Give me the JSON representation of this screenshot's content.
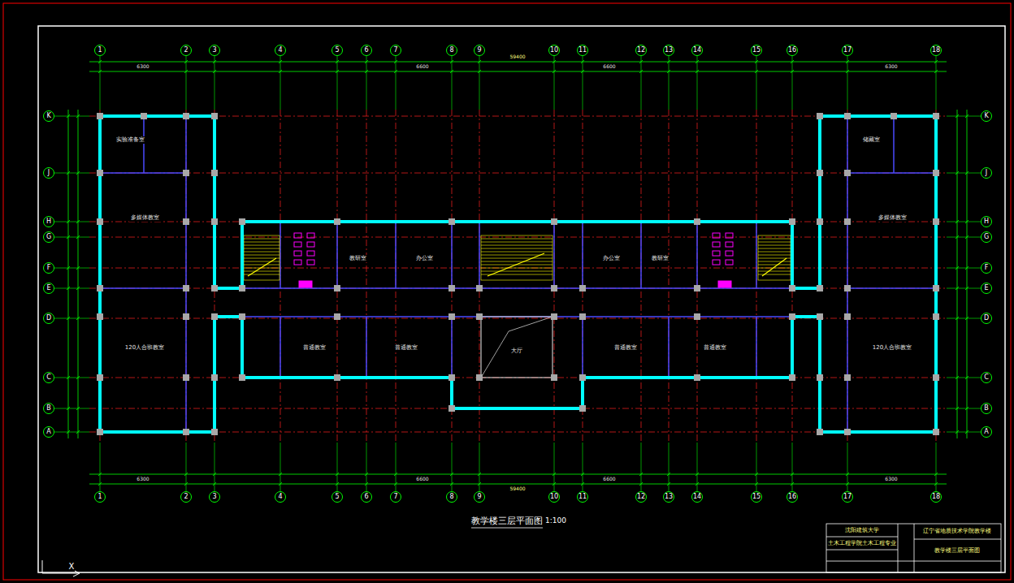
{
  "diagram": {
    "title": "教学楼三层平面图",
    "nodes": [
      {
        "text": [
          "1"
        ]
      },
      {
        "text": [
          "2"
        ]
      },
      {
        "text": [
          "3"
        ]
      },
      {
        "text": [
          "4"
        ]
      },
      {
        "text": [
          "5"
        ]
      },
      {
        "text": [
          "6"
        ]
      },
      {
        "text": [
          "7"
        ]
      },
      {
        "text": [
          "8"
        ]
      },
      {
        "text": [
          "9"
        ]
      },
      {
        "text": [
          "10"
        ]
      },
      {
        "text": [
          "11"
        ]
      },
      {
        "text": [
          "12"
        ]
      },
      {
        "text": [
          "13"
        ]
      },
      {
        "text": [
          "14"
        ]
      },
      {
        "text": [
          "15"
        ]
      },
      {
        "text": [
          "16"
        ]
      },
      {
        "text": [
          "17"
        ]
      },
      {
        "text": [
          "18"
        ]
      },
      {
        "text": [
          "K"
        ]
      },
      {
        "text": [
          "J"
        ]
      },
      {
        "text": [
          "H"
        ]
      },
      {
        "text": [
          "G"
        ]
      },
      {
        "text": [
          "F"
        ]
      },
      {
        "text": [
          "E"
        ]
      },
      {
        "text": [
          "D"
        ]
      },
      {
        "text": [
          "C"
        ]
      },
      {
        "text": [
          "B"
        ]
      },
      {
        "text": [
          "A"
        ]
      },
      {
        "text": [
          "K"
        ]
      },
      {
        "text": [
          "J"
        ]
      },
      {
        "text": [
          "H"
        ]
      },
      {
        "text": [
          "G"
        ]
      },
      {
        "text": [
          "F"
        ]
      },
      {
        "text": [
          "E"
        ]
      },
      {
        "text": [
          "D"
        ]
      },
      {
        "text": [
          "C"
        ]
      },
      {
        "text": [
          "B"
        ]
      },
      {
        "text": [
          "A"
        ]
      },
      {
        "text": [
          "实验准备室"
        ]
      },
      {
        "text": [
          "多媒体教室"
        ]
      },
      {
        "text": [
          "120人合班教室"
        ]
      },
      {
        "text": [
          "教研室"
        ]
      },
      {
        "text": [
          "办公室"
        ]
      },
      {
        "text": [
          "办公室"
        ]
      },
      {
        "text": [
          "教研室"
        ]
      },
      {
        "text": [
          "普通教室"
        ]
      },
      {
        "text": [
          "普通教室"
        ]
      },
      {
        "text": [
          "大厅"
        ]
      },
      {
        "text": [
          "普通教室"
        ]
      },
      {
        "text": [
          "普通教室"
        ]
      },
      {
        "text": [
          "储藏室"
        ]
      },
      {
        "text": [
          "多媒体教室"
        ]
      },
      {
        "text": [
          "120人合班教室"
        ]
      },
      {
        "text": [
          "1"
        ]
      },
      {
        "text": [
          "2"
        ]
      },
      {
        "text": [
          "3"
        ]
      },
      {
        "text": [
          "4"
        ]
      },
      {
        "text": [
          "5"
        ]
      },
      {
        "text": [
          "6"
        ]
      },
      {
        "text": [
          "7"
        ]
      },
      {
        "text": [
          "8"
        ]
      },
      {
        "text": [
          "9"
        ]
      },
      {
        "text": [
          "10"
        ]
      },
      {
        "text": [
          "11"
        ]
      },
      {
        "text": [
          "12"
        ]
      },
      {
        "text": [
          "13"
        ]
      },
      {
        "text": [
          "14"
        ]
      },
      {
        "text": [
          "15"
        ]
      },
      {
        "text": [
          "16"
        ]
      },
      {
        "text": [
          "17"
        ]
      },
      {
        "text": [
          "18"
        ]
      },
      {
        "text": [
          "沈阳建筑大学"
        ]
      },
      {
        "text": [
          "土木工程学院土木工程专业"
        ]
      },
      {
        "text": [
          "辽宁省地质技术学院教学楼"
        ]
      },
      {
        "text": [
          "教学楼三层平面图"
        ]
      }
    ],
    "labels": [
      "1:100",
      "59400",
      "6300",
      "6600",
      "6600",
      "6300",
      "59400",
      "6300",
      "6600",
      "6600",
      "6300",
      "X"
    ]
  }
}
